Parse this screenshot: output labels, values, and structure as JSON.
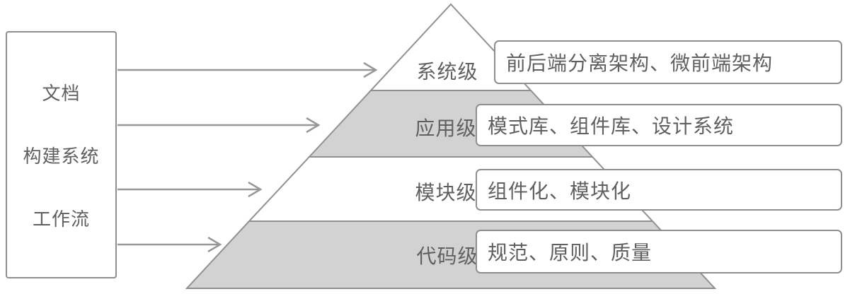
{
  "left_box": {
    "lines": [
      "文档",
      "构建系统",
      "工作流"
    ]
  },
  "pyramid_levels": [
    {
      "label": "系统级",
      "description": "前后端分离架构、微前端架构",
      "shaded": false
    },
    {
      "label": "应用级",
      "description": "模式库、组件库、设计系统",
      "shaded": true
    },
    {
      "label": "模块级",
      "description": "组件化、模块化",
      "shaded": false
    },
    {
      "label": "代码级",
      "description": "规范、原则、质量",
      "shaded": true
    }
  ],
  "colors": {
    "line": "#909090",
    "arrow": "#989898",
    "shaded_band": "#d2d2d2",
    "unshaded_band": "#ffffff",
    "text": "#606060",
    "background": "#ffffff"
  }
}
